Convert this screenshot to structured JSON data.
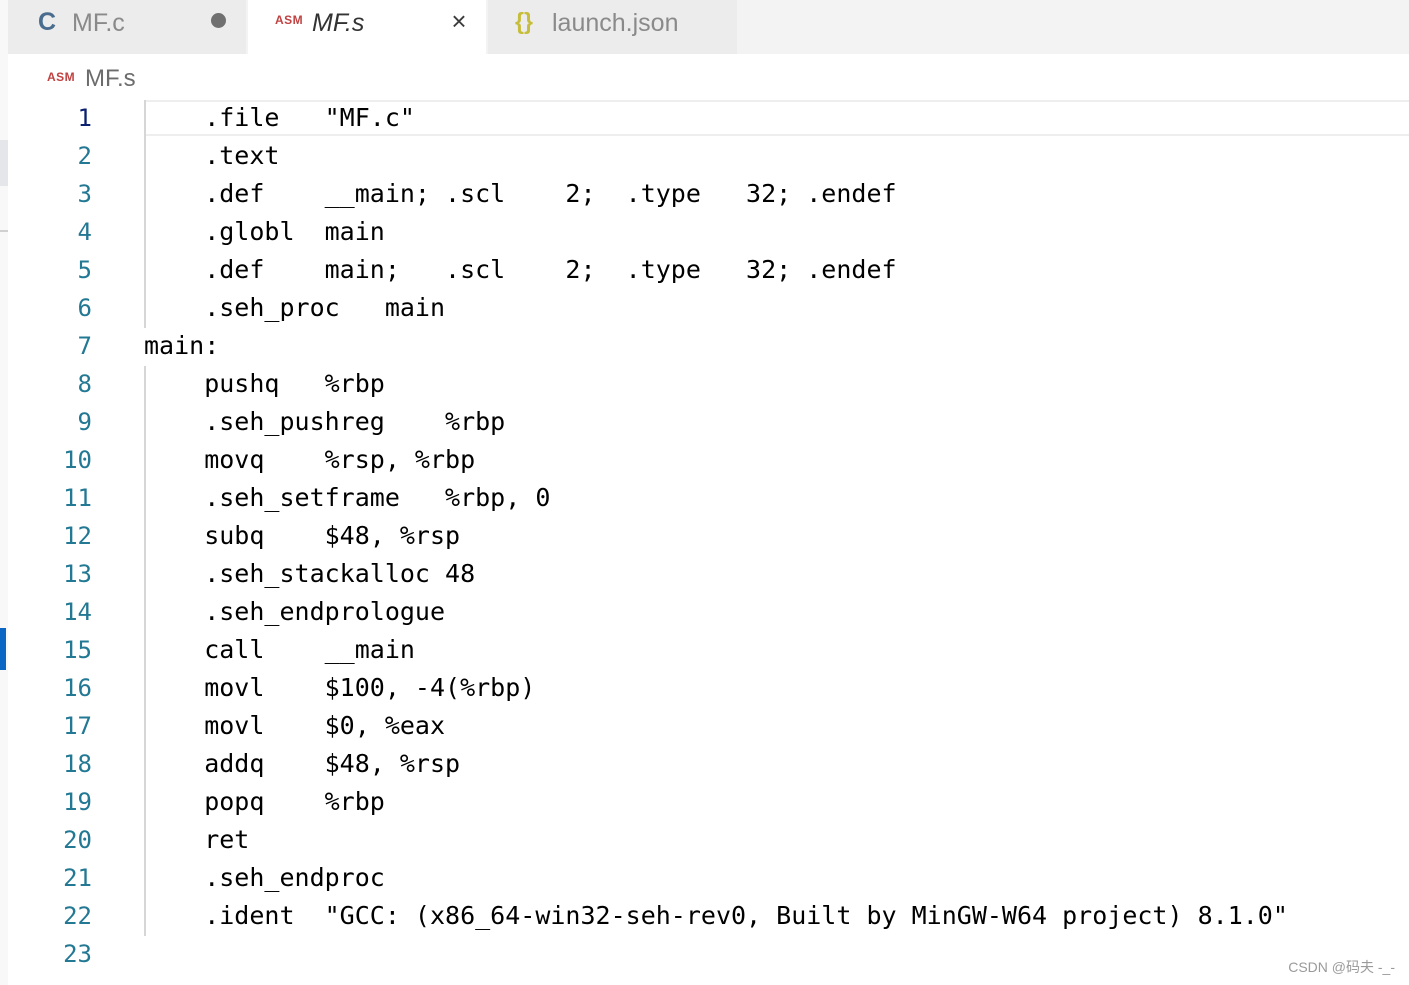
{
  "tabs": [
    {
      "icon": "C",
      "label": "MF.c",
      "state": "modified"
    },
    {
      "icon": "ASM",
      "label": "MF.s",
      "state": "active"
    },
    {
      "icon": "{}",
      "label": "launch.json",
      "state": "inactive"
    }
  ],
  "close_glyph": "×",
  "breadcrumb": {
    "icon": "ASM",
    "label": "MF.s"
  },
  "editor": {
    "current_line": 1,
    "lines": [
      {
        "n": "1",
        "text": "    .file   \"MF.c\""
      },
      {
        "n": "2",
        "text": "    .text"
      },
      {
        "n": "3",
        "text": "    .def    __main; .scl    2;  .type   32; .endef"
      },
      {
        "n": "4",
        "text": "    .globl  main"
      },
      {
        "n": "5",
        "text": "    .def    main;   .scl    2;  .type   32; .endef"
      },
      {
        "n": "6",
        "text": "    .seh_proc   main"
      },
      {
        "n": "7",
        "text": "main:"
      },
      {
        "n": "8",
        "text": "    pushq   %rbp"
      },
      {
        "n": "9",
        "text": "    .seh_pushreg    %rbp"
      },
      {
        "n": "10",
        "text": "    movq    %rsp, %rbp"
      },
      {
        "n": "11",
        "text": "    .seh_setframe   %rbp, 0"
      },
      {
        "n": "12",
        "text": "    subq    $48, %rsp"
      },
      {
        "n": "13",
        "text": "    .seh_stackalloc 48"
      },
      {
        "n": "14",
        "text": "    .seh_endprologue"
      },
      {
        "n": "15",
        "text": "    call    __main"
      },
      {
        "n": "16",
        "text": "    movl    $100, -4(%rbp)"
      },
      {
        "n": "17",
        "text": "    movl    $0, %eax"
      },
      {
        "n": "18",
        "text": "    addq    $48, %rsp"
      },
      {
        "n": "19",
        "text": "    popq    %rbp"
      },
      {
        "n": "20",
        "text": "    ret"
      },
      {
        "n": "21",
        "text": "    .seh_endproc"
      },
      {
        "n": "22",
        "text": "    .ident  \"GCC: (x86_64-win32-seh-rev0, Built by MinGW-W64 project) 8.1.0\""
      },
      {
        "n": "23",
        "text": ""
      }
    ]
  },
  "watermark": "CSDN @码夫 -_-",
  "colors": {
    "line_number": "#237893",
    "line_number_current": "#0b216f",
    "accent": "#0a66c2",
    "asm_icon": "#c04242",
    "json_icon": "#c6bd3a",
    "c_icon": "#4a6c8f"
  }
}
